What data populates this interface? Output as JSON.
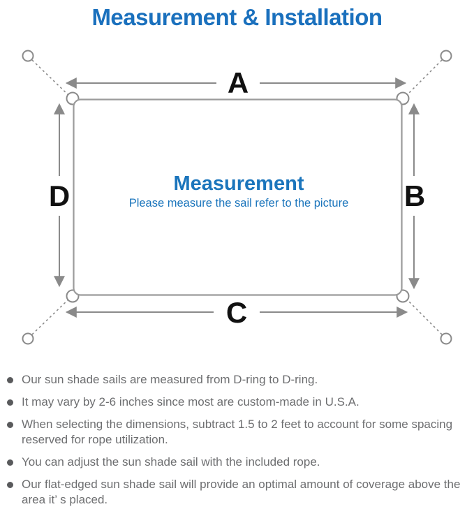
{
  "title": "Measurement & Installation",
  "diagram": {
    "label_a": "A",
    "label_b": "B",
    "label_c": "C",
    "label_d": "D",
    "center_title": "Measurement",
    "center_subtitle": "Please measure the sail refer to the picture"
  },
  "bullets": [
    "Our sun shade sails are measured from D-ring to D-ring.",
    "It may vary by 2-6 inches since most are custom-made in U.S.A.",
    "When selecting the dimensions, subtract 1.5 to 2 feet to account for some spacing reserved for rope utilization.",
    "You can adjust the sun shade sail with the included rope.",
    "Our flat-edged sun shade sail will provide an optimal amount of coverage above the area it’ s placed."
  ],
  "colors": {
    "accent_blue": "#1a70bd",
    "center_blue": "#1b75bc",
    "label_black": "#111111",
    "line_gray": "#8a8a8a",
    "border_gray": "#9b9b9b",
    "text_gray": "#6d6e70"
  }
}
